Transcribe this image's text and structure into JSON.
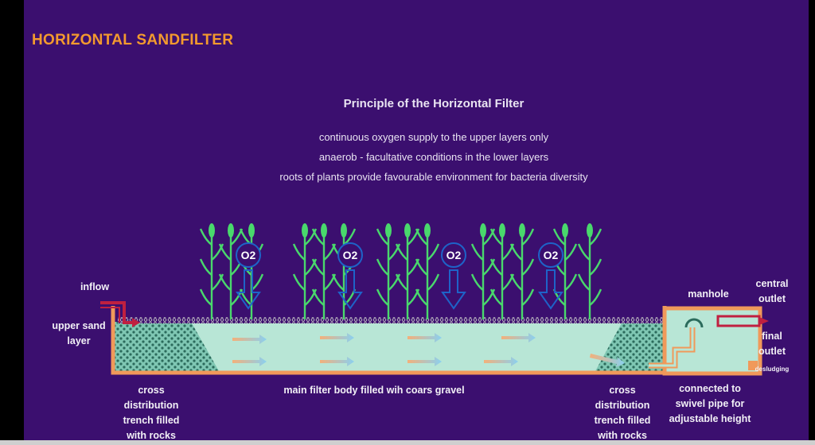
{
  "slide_title": "HORIZONTAL SANDFILTER",
  "principle": {
    "title": "Principle of the Horizontal Filter",
    "lines": [
      "continuous oxygen supply to the upper layers only",
      "anaerob - facultative conditions in the lower layers",
      "roots of plants provide favourable environment for bacteria diversity"
    ]
  },
  "labels": {
    "inflow": "inflow",
    "upper_sand_layer": "upper sand layer",
    "cross_trench_left": "cross distribution trench filled with rocks",
    "main_body": "main filter body filled wih coars gravel",
    "cross_trench_right": "cross distribution trench filled with rocks",
    "manhole": "manhole",
    "central_outlet": "central outlet",
    "final_outlet": "final outlet",
    "desludging": "desludging",
    "swivel": "connected to swivel pipe for adjustable height"
  },
  "oxygen_symbol": "O2",
  "colors": {
    "background": "#3b0f6f",
    "title": "#f39a2e",
    "basin_wall": "#f0995a",
    "water": "#b8e6d6",
    "plant": "#49d86c",
    "arrow_blue": "#1e63c8",
    "inflow_red": "#c02040"
  }
}
